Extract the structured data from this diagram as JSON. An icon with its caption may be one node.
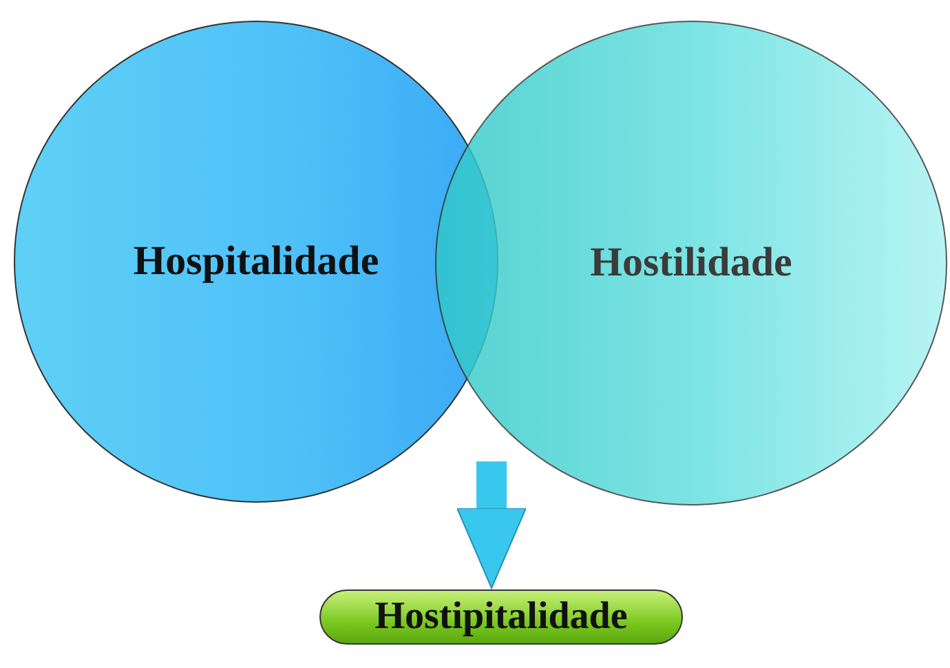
{
  "diagram": {
    "nodes": [
      {
        "text": [
          "Hospitalidade"
        ]
      },
      {
        "text": [
          "Hostilidade"
        ]
      },
      {
        "text": [
          "Hostipitalidade"
        ]
      }
    ],
    "edges": [
      {
        "from": 0,
        "to": 2,
        "arrow": "to"
      },
      {
        "from": 1,
        "to": 2,
        "arrow": "to"
      }
    ]
  }
}
